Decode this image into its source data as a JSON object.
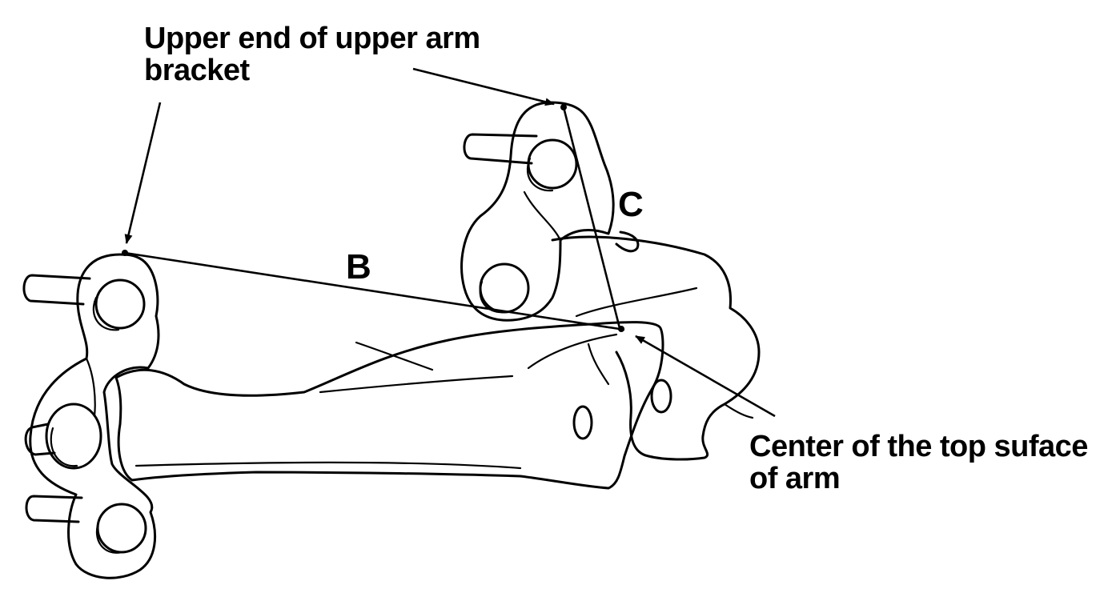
{
  "labels": {
    "upper_end_line1": "Upper end of upper arm",
    "upper_end_line2": "bracket",
    "center_line1": "Center of the top suface",
    "center_line2": "of arm"
  },
  "dimensions": {
    "b": "B",
    "c": "C"
  },
  "colors": {
    "ink": "#000000",
    "background": "#ffffff"
  }
}
